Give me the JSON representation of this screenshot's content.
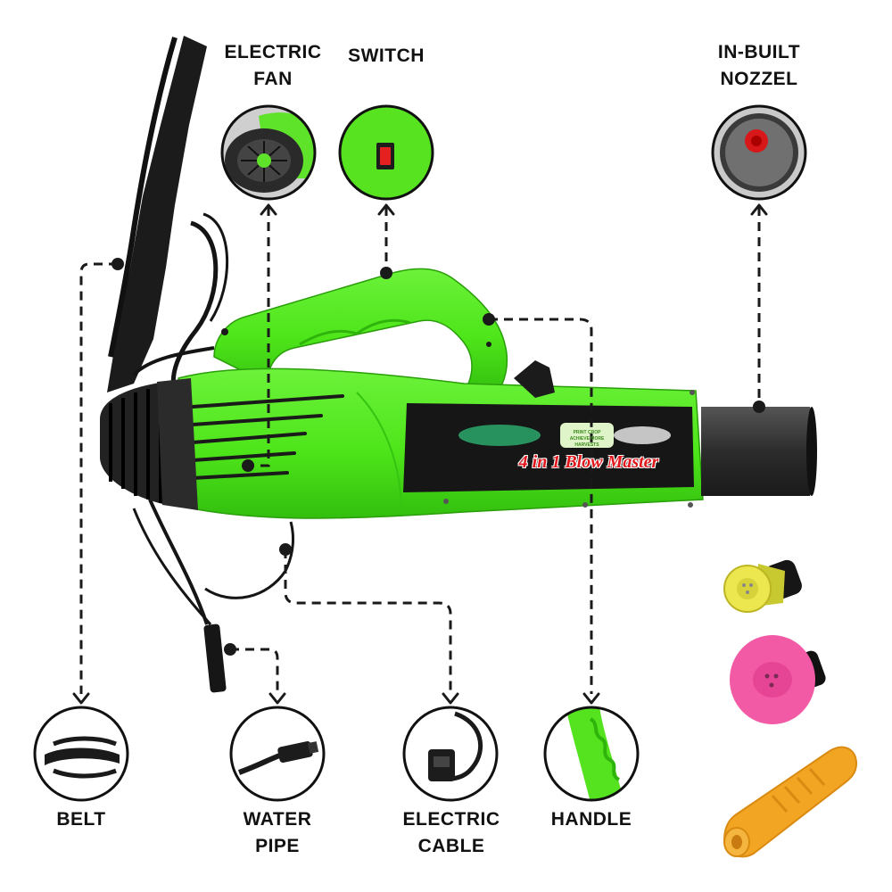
{
  "labels": {
    "electric_fan": [
      "ELECTRIC",
      "FAN"
    ],
    "switch": [
      "SWITCH"
    ],
    "nozzle": [
      "IN-BUILT",
      "NOZZEL"
    ],
    "belt": [
      "BELT"
    ],
    "water_pipe": [
      "WATER",
      "PIPE"
    ],
    "electric_cable": [
      "ELECTRIC",
      "CABLE"
    ],
    "handle": [
      "HANDLE"
    ]
  },
  "product": {
    "name": "4 in 1 Blow Master",
    "badge_top": "PRINT CROP",
    "badge_bottom": "ACHIEVE MORE HARVESTS"
  },
  "colors": {
    "body_green": "#4ee51a",
    "body_green_dark": "#2fb40c",
    "plastic_black": "#1c1c1c",
    "nozzle_grey": "#3a3a3a",
    "name_red": "#e0161a",
    "accessory_yellow": "#e7e44a",
    "accessory_pink": "#f25aa6",
    "accessory_orange": "#f2a423",
    "callout_line": "#1a1a1a"
  }
}
